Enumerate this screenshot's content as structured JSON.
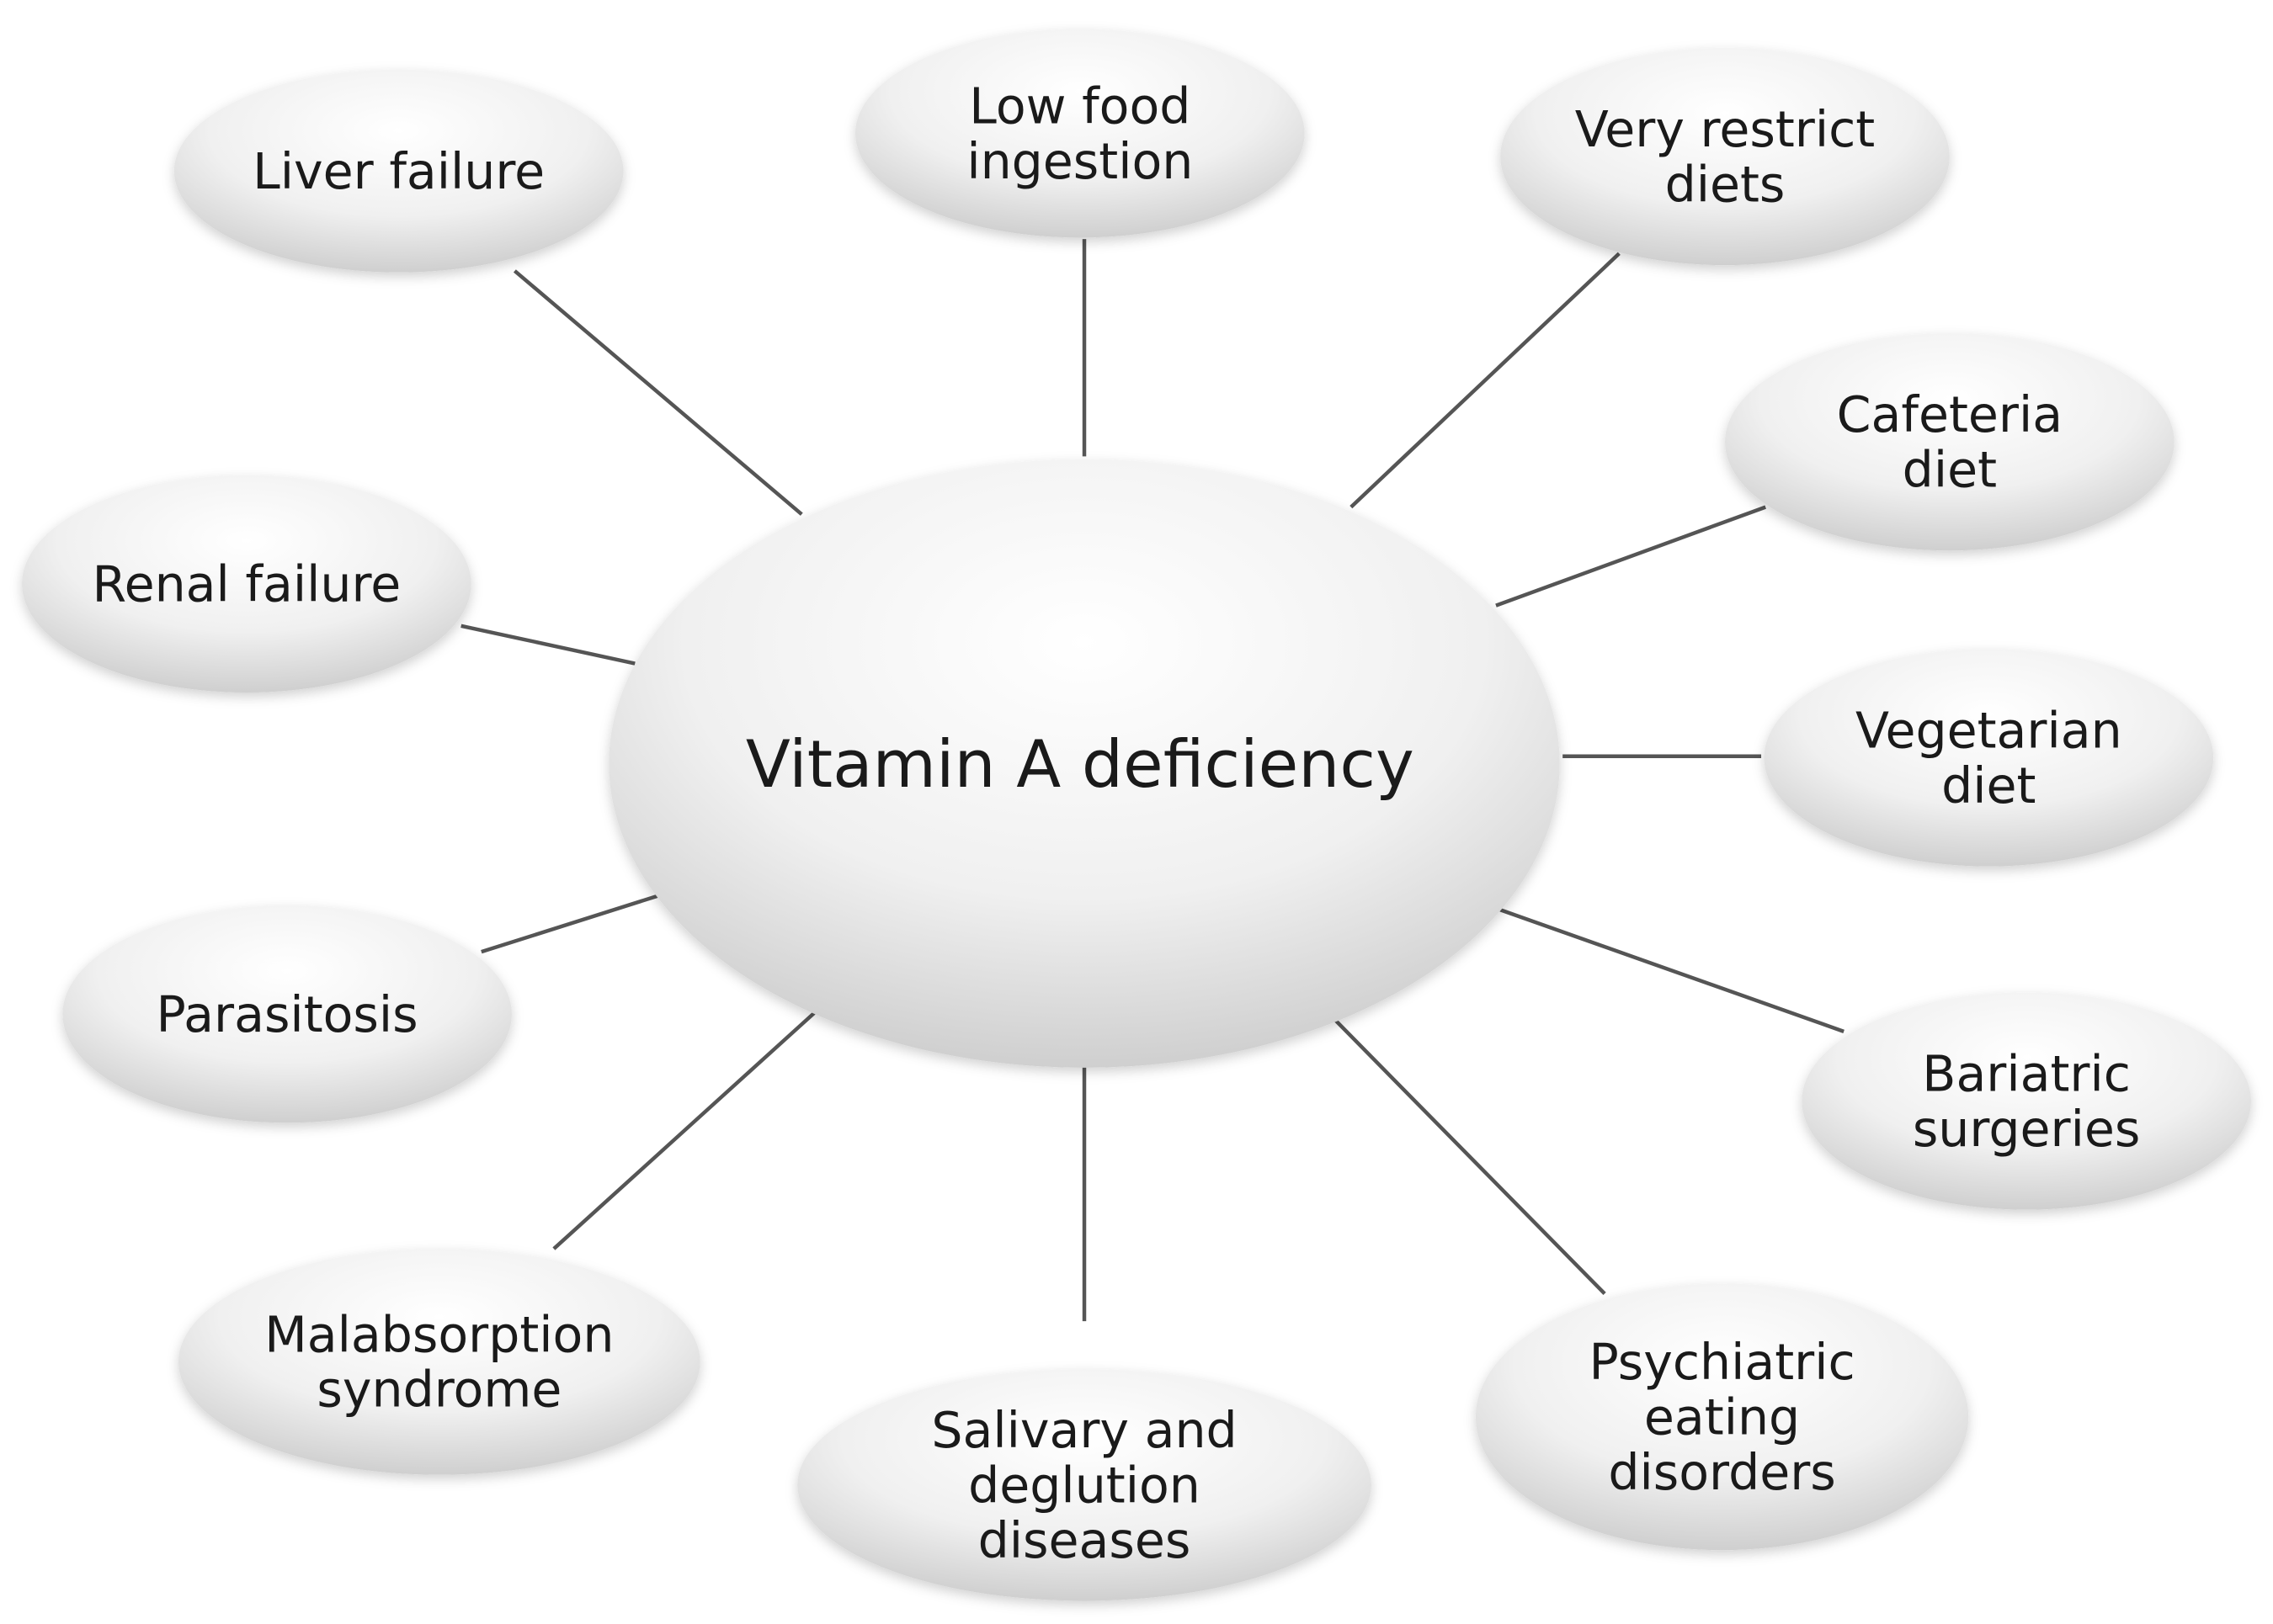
{
  "center": {
    "label": "Vitamin A deficiency"
  },
  "nodes": [
    {
      "id": "liver-failure",
      "lines": [
        "Liver failure"
      ]
    },
    {
      "id": "low-food-ingestion",
      "lines": [
        "Low food",
        "ingestion"
      ]
    },
    {
      "id": "very-restrict-diets",
      "lines": [
        "Very restrict",
        "diets"
      ]
    },
    {
      "id": "cafeteria-diet",
      "lines": [
        "Cafeteria",
        "diet"
      ]
    },
    {
      "id": "renal-failure",
      "lines": [
        "Renal failure"
      ]
    },
    {
      "id": "vegetarian-diet",
      "lines": [
        "Vegetarian",
        "diet"
      ]
    },
    {
      "id": "parasitosis",
      "lines": [
        "Parasitosis"
      ]
    },
    {
      "id": "bariatric-surgeries",
      "lines": [
        "Bariatric",
        "surgeries"
      ]
    },
    {
      "id": "malabsorption-syndrome",
      "lines": [
        "Malabsorption",
        "syndrome"
      ]
    },
    {
      "id": "salivary-deglution-diseases",
      "lines": [
        "Salivary and",
        "deglution",
        "diseases"
      ]
    },
    {
      "id": "psychiatric-eating-disorders",
      "lines": [
        "Psychiatric",
        "eating",
        "disorders"
      ]
    }
  ]
}
